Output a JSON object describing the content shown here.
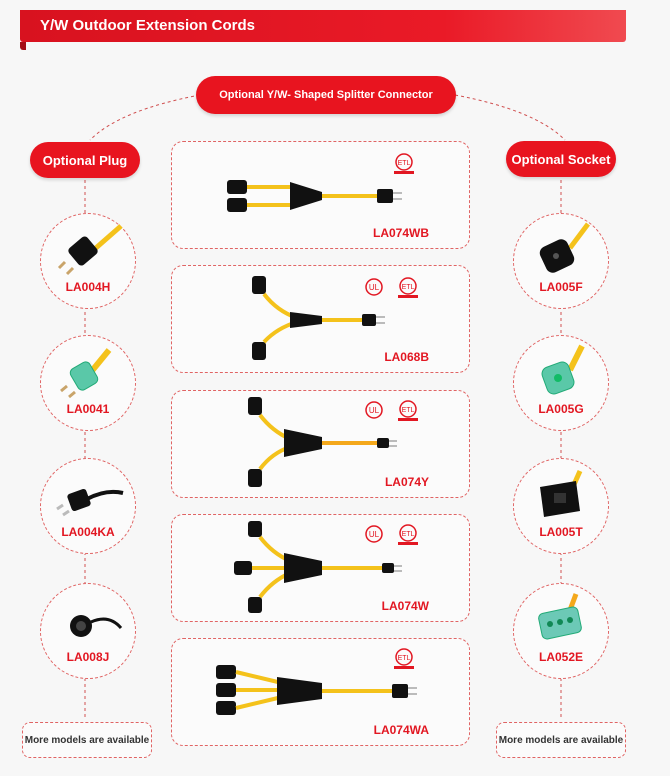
{
  "header": {
    "title": "Y/W Outdoor Extension Cords"
  },
  "splitter_label": "Optional Y/W- Shaped Splitter Connector",
  "plug_label": "Optional Plug",
  "socket_label": "Optional Socket",
  "colors": {
    "accent": "#e8141f",
    "cord": "#f4c21b",
    "connector": "#111111"
  },
  "splitters": [
    {
      "model": "LA074WB",
      "certs": [
        "ETL-icon"
      ]
    },
    {
      "model": "LA068B",
      "certs": [
        "UL-icon",
        "ETL-icon"
      ]
    },
    {
      "model": "LA074Y",
      "certs": [
        "UL-icon",
        "ETL-icon"
      ]
    },
    {
      "model": "LA074W",
      "certs": [
        "UL-icon",
        "ETL-icon"
      ]
    },
    {
      "model": "LA074WA",
      "certs": [
        "ETL-icon"
      ]
    }
  ],
  "plugs": [
    {
      "model": "LA004H"
    },
    {
      "model": "LA0041"
    },
    {
      "model": "LA004KA"
    },
    {
      "model": "LA008J"
    }
  ],
  "sockets": [
    {
      "model": "LA005F"
    },
    {
      "model": "LA005G"
    },
    {
      "model": "LA005T"
    },
    {
      "model": "LA052E"
    }
  ],
  "more_text": "More models are available"
}
